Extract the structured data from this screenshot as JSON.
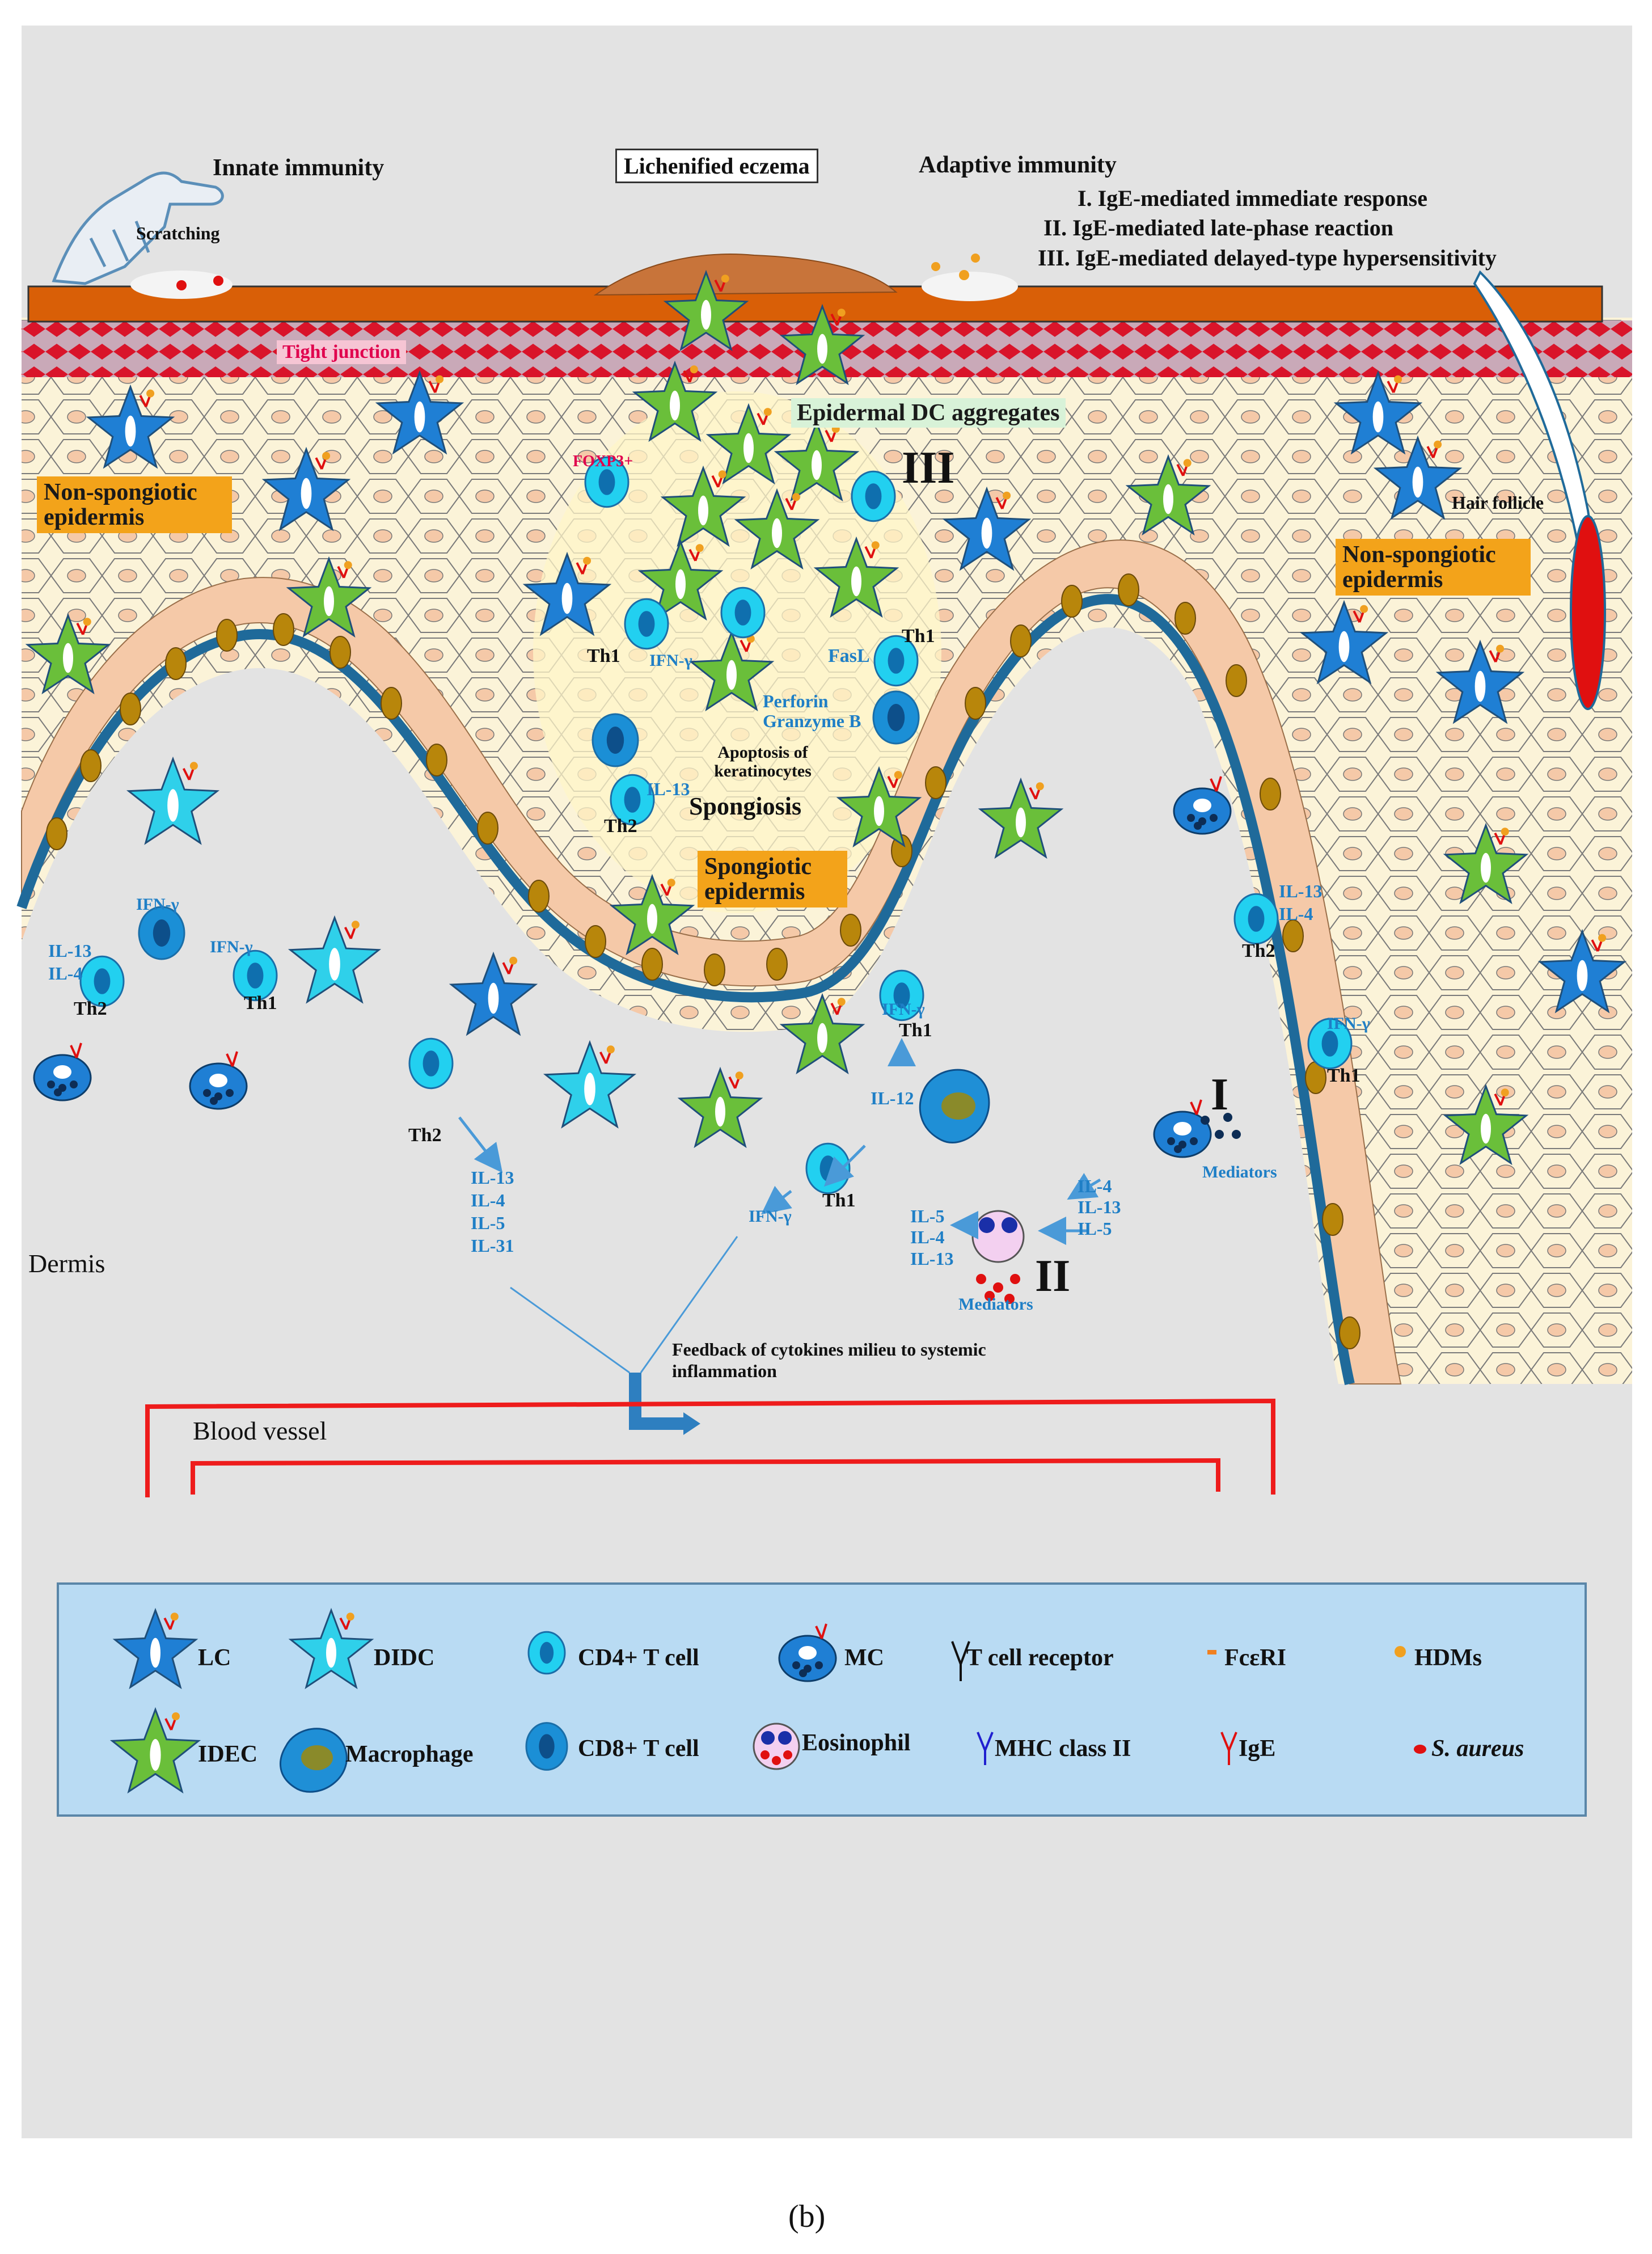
{
  "figure": {
    "caption": "(b)",
    "header": {
      "innate": "Innate immunity",
      "scratching": "Scratching",
      "lichenified": "Lichenified eczema",
      "adaptive": "Adaptive  immunity",
      "adaptive_items": [
        "I. IgE-mediated immediate response",
        "II. IgE-mediated late-phase reaction",
        "III. IgE-mediated delayed-type hypersensitivity"
      ]
    },
    "labels": {
      "tight_junction": "Tight junction",
      "epidermal_dc": "Epidermal DC aggregates",
      "foxp3": "FOXP3+",
      "roman_three": "III",
      "roman_one": "I",
      "roman_two": "II",
      "non_spongiotic_left": "Non-spongiotic epidermis",
      "non_spongiotic_right": "Non-spongiotic epidermis",
      "hair_follicle": "Hair follicle",
      "spongiotic": "Spongiotic epidermis",
      "spongiosis": "Spongiosis",
      "apoptosis": "Apoptosis of keratinocytes",
      "fasl": "FasL",
      "perforin": "Perforin",
      "granzyme": "Granzyme B",
      "ifn": "IFN-γ",
      "il13": "IL-13",
      "il4": "IL-4",
      "il5": "IL-5",
      "il31": "IL-31",
      "il12": "IL-12",
      "th1": "Th1",
      "th2": "Th2",
      "mediators": "Mediators",
      "dermis": "Dermis",
      "feedback": "Feedback of cytokines milieu to systemic inflammation",
      "blood_vessel": "Blood  vessel"
    },
    "legend": {
      "items": [
        "LC",
        "DIDC",
        "CD4+ T cell",
        "MC",
        "T cell  receptor",
        "FcεRI",
        "HDMs",
        "IDEC",
        "Macrophage",
        "CD8+ T cell",
        "Eosinophil",
        "MHC class II",
        "IgE",
        "S. aureus"
      ]
    },
    "colors": {
      "epidermis_surface": "#d95f07",
      "tight_junction": "#d9142a",
      "keratinocyte_fill": "#fbf3d8",
      "basal_cell": "#f5c9a8",
      "basal_nucleus": "#b8860b",
      "basement_membrane": "#1f6a9a",
      "lc_star": "#1f7fd4",
      "didc_star": "#2fd0ea",
      "idec_star": "#6abf3a",
      "t_cell": "#22d0f0",
      "blood_vessel": "#ee1c1c",
      "legend_bg": "#b9dbf3"
    }
  }
}
